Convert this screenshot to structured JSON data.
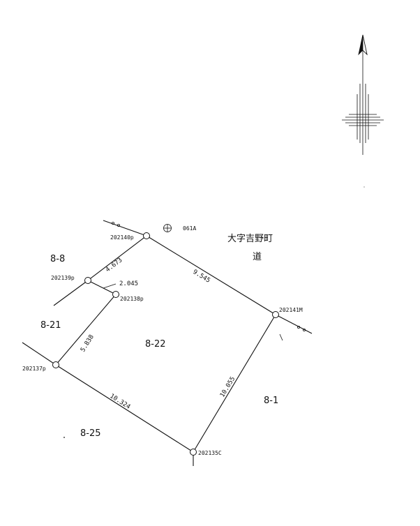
{
  "map": {
    "town_label": "大字吉野町",
    "road_label": "道",
    "benchmark_label": "061A",
    "lots": [
      {
        "id": "lot-8-8",
        "label": "8-8"
      },
      {
        "id": "lot-8-21",
        "label": "8-21"
      },
      {
        "id": "lot-8-22",
        "label": "8-22"
      },
      {
        "id": "lot-8-25",
        "label": "8-25"
      },
      {
        "id": "lot-8-1",
        "label": "8-1"
      }
    ],
    "points": [
      {
        "id": "p202140",
        "label": "202140p"
      },
      {
        "id": "p202139",
        "label": "202139p"
      },
      {
        "id": "p202138",
        "label": "202138p"
      },
      {
        "id": "p202137",
        "label": "202137p"
      },
      {
        "id": "p202135",
        "label": "202135C"
      },
      {
        "id": "p202141",
        "label": "202141M"
      }
    ],
    "dimensions": [
      {
        "id": "d-4673",
        "label": "4.673"
      },
      {
        "id": "d-2045",
        "label": "2.045"
      },
      {
        "id": "d-9545",
        "label": "9.545"
      },
      {
        "id": "d-5838",
        "label": "5.838"
      },
      {
        "id": "d-10055",
        "label": "10.055"
      },
      {
        "id": "d-10324",
        "label": "10.324"
      }
    ]
  }
}
